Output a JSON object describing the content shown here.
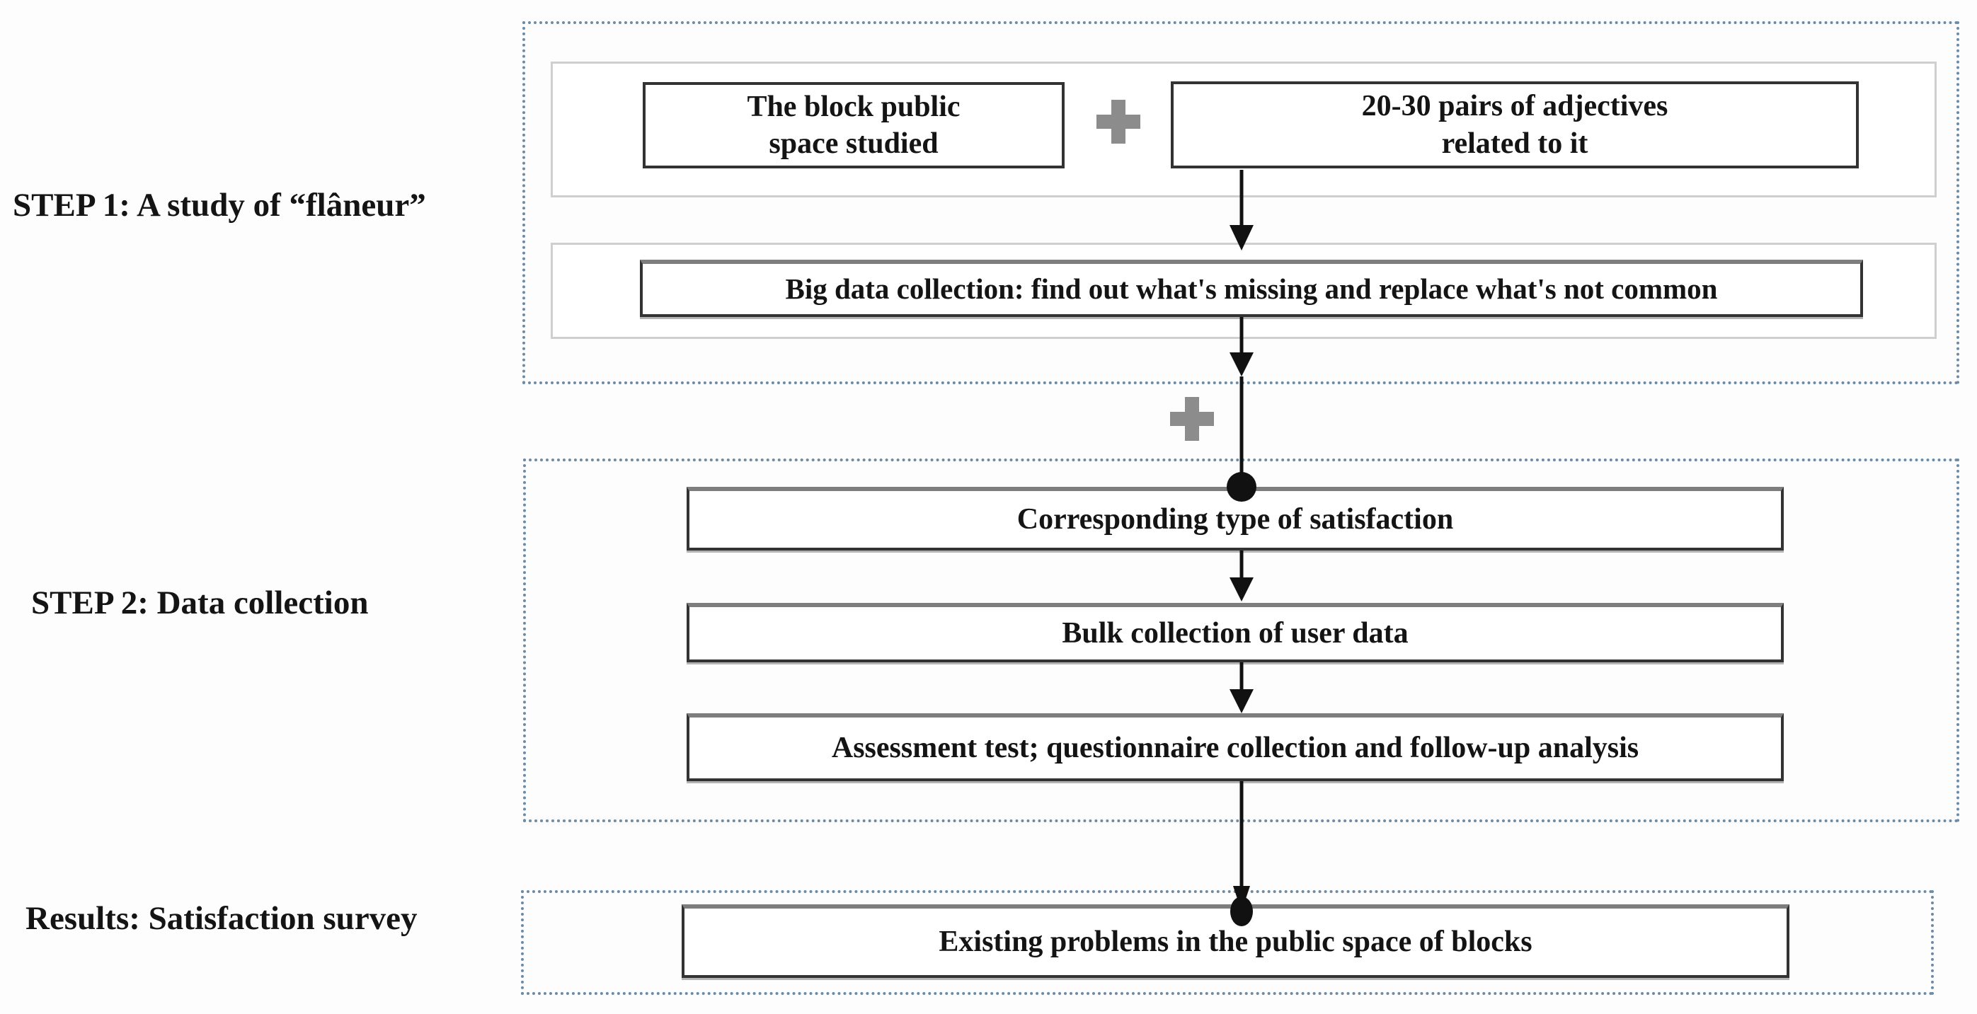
{
  "diagram": {
    "step1": {
      "label": "STEP 1: A study of “flâneur”",
      "box_block": "The block public\nspace studied",
      "box_adjectives": "20-30 pairs of adjectives\nrelated to it",
      "box_bigdata": "Big data collection: find out what's missing and replace what's not common"
    },
    "step2": {
      "label": "STEP 2: Data collection",
      "box_satisfaction": "Corresponding type of satisfaction",
      "box_bulk": "Bulk collection of user data",
      "box_assessment": "Assessment test; questionnaire collection and follow-up analysis"
    },
    "results": {
      "label": "Results: Satisfaction survey",
      "box_problems": "Existing problems in the public space of blocks"
    },
    "icons": {
      "plus_combination_top": "plus-icon",
      "plus_combination_middle": "plus-icon"
    },
    "colors": {
      "dotted_border": "#6c8ba6",
      "wrapper_border": "#cfcfcf",
      "node_border": "#333333",
      "connector": "#111111",
      "plus": "#8c8c8c",
      "text": "#141414",
      "background": "#ffffff"
    }
  }
}
